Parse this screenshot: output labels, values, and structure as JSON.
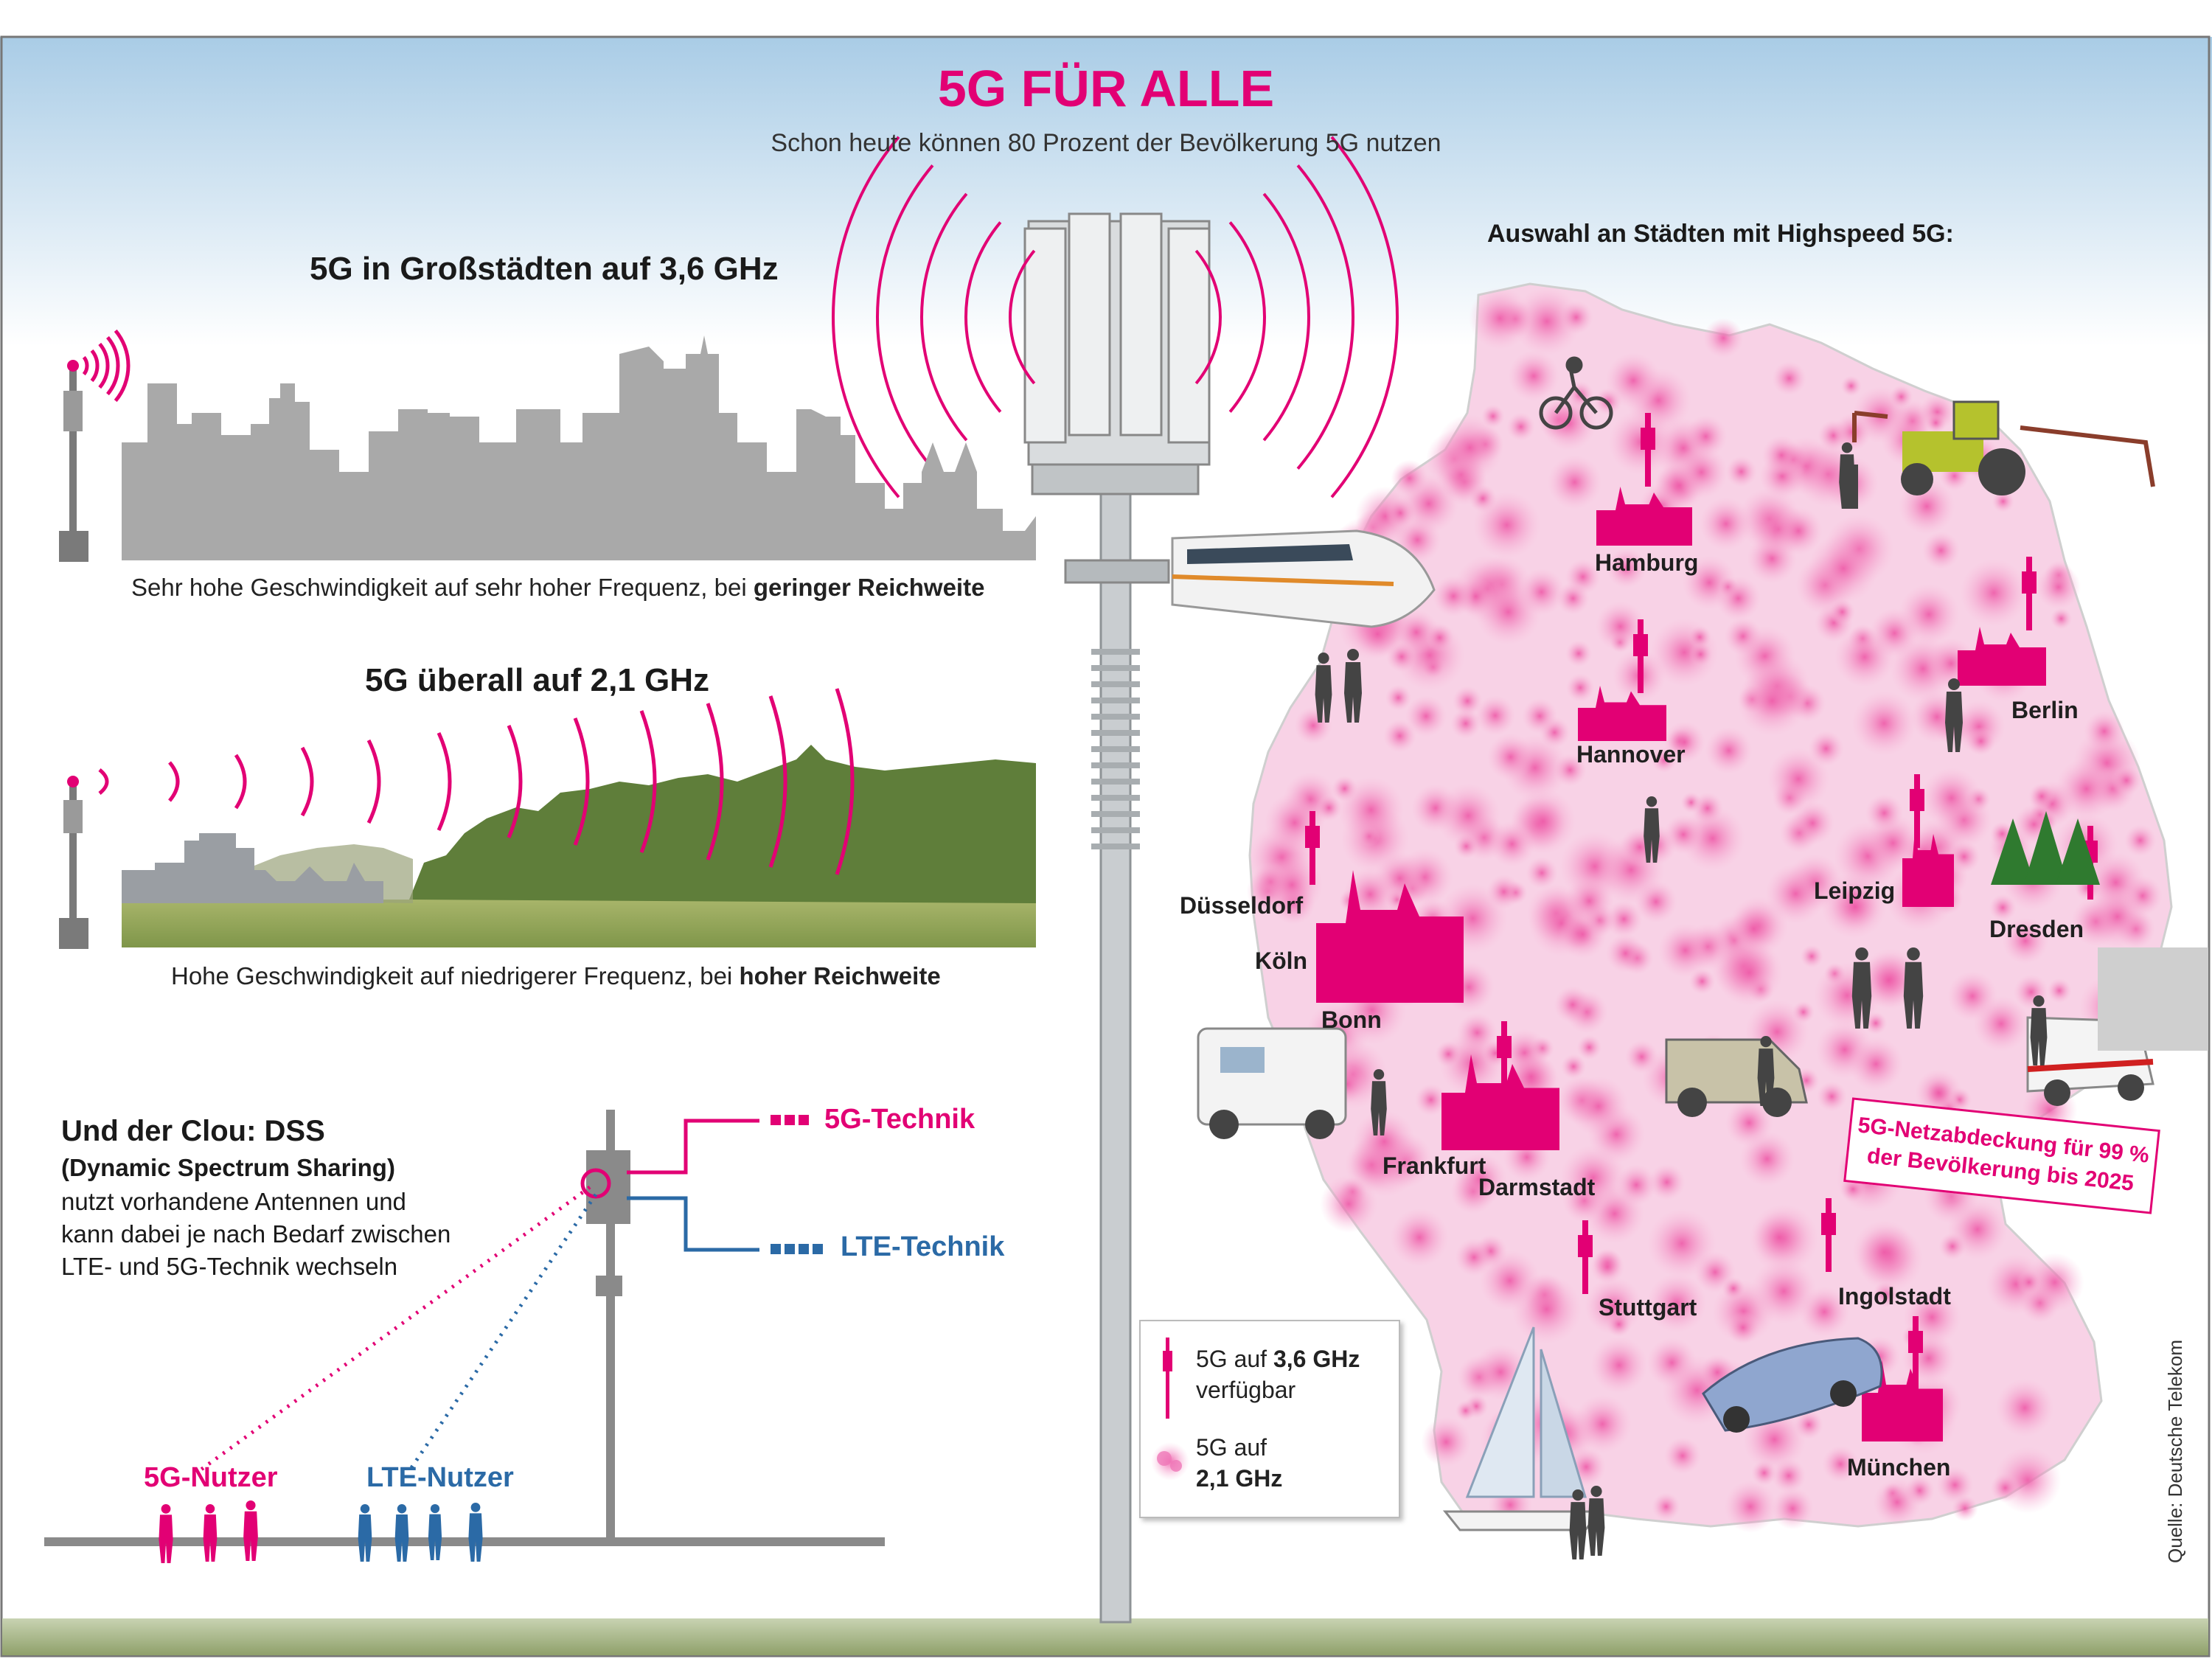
{
  "title": "5G FÜR ALLE",
  "subtitle": "Schon heute können 80 Prozent der Bevölkerung 5G nutzen",
  "section_city": {
    "heading": "5G in Großstädten auf 3,6 GHz",
    "caption_prefix": "Sehr hohe Geschwindigkeit auf sehr hoher Frequenz, bei ",
    "caption_bold": "geringer Reichweite"
  },
  "section_rural": {
    "heading": "5G überall auf 2,1 GHz",
    "caption_prefix": "Hohe Geschwindigkeit auf niedrigerer Frequenz, bei ",
    "caption_bold": "hoher Reichweite"
  },
  "dss": {
    "heading": "Und der Clou: DSS",
    "subheading": "(Dynamic Spectrum Sharing)",
    "body_lines": [
      "nutzt vorhandene Antennen und",
      "kann dabei je nach Bedarf zwischen",
      "LTE- und 5G-Technik wechseln"
    ],
    "tech_5g": "5G-Technik",
    "tech_lte": "LTE-Technik",
    "user_5g": "5G-Nutzer",
    "user_lte": "LTE-Nutzer"
  },
  "map": {
    "heading": "Auswahl an Städten mit Highspeed 5G:",
    "cities": [
      "Hamburg",
      "Hannover",
      "Berlin",
      "Leipzig",
      "Dresden",
      "Düsseldorf",
      "Köln",
      "Bonn",
      "Frankfurt",
      "Darmstadt",
      "Stuttgart",
      "Ingolstadt",
      "München"
    ],
    "stamp_line1": "5G-Netzabdeckung für 99 %",
    "stamp_line2": "der Bevölkerung bis 2025"
  },
  "legend": {
    "item1_prefix": "5G auf ",
    "item1_bold": "3,6 GHz",
    "item1_suffix": "verfügbar",
    "item2_prefix": "5G auf",
    "item2_bold": "2,1 GHz"
  },
  "source": "Quelle: Deutsche Telekom",
  "colors": {
    "magenta": "#e20074",
    "blue": "#2b6aa6",
    "sky": "#b5d3ea",
    "grey_city": "#a9a9a9",
    "forest": "#5f7e3a"
  }
}
